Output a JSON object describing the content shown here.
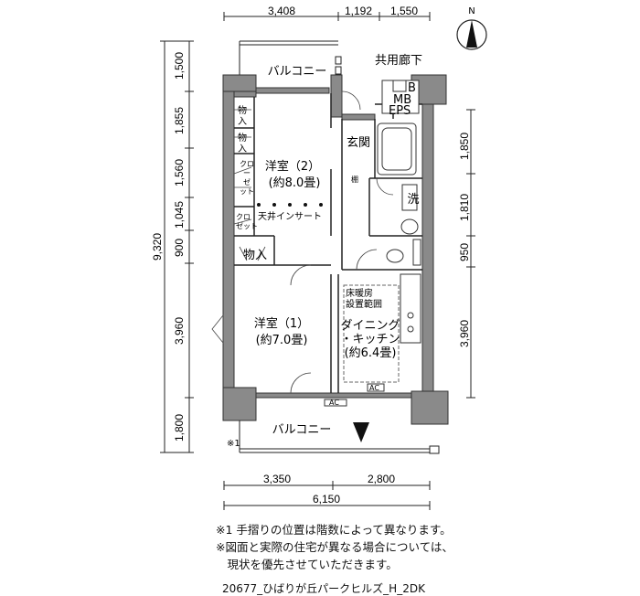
{
  "dimensions": {
    "top": [
      "3,408",
      "1,192",
      "1,550"
    ],
    "bottom": [
      "3,350",
      "2,800"
    ],
    "bottom_total": "6,150",
    "left": [
      "1,500",
      "1,855",
      "1,560",
      "1,045",
      "900",
      "3,960",
      "1,800"
    ],
    "left_total": "9,320",
    "right": [
      "1,850",
      "1,810",
      "950",
      "3,960"
    ]
  },
  "compass": "N",
  "labels": {
    "balcony_top": "バルコニー",
    "corridor": "共用廊下",
    "b": "B",
    "mb": "MB",
    "eps": "EPS",
    "closet_a": "物",
    "closet_b": "入",
    "closet_c": "物",
    "closet_d": "入",
    "closet_1": "クロ",
    "closet_2": "ー",
    "closet_3": "ゼ",
    "closet_4": "ット",
    "closet_low": "クロ",
    "closet_low2": "ゼット",
    "room2": "洋室（2）",
    "room2_size": "(約8.0畳)",
    "ceiling": "天井インサート",
    "entrance": "玄関",
    "shelf": "棚",
    "washroom": "洗",
    "storage": "物入",
    "room1": "洋室（1）",
    "room1_size": "(約7.0畳)",
    "floor_heat": "床暖房",
    "floor_heat2": "設置範囲",
    "dining": "ダイニング",
    "kitchen": "・キッチン",
    "dk_size": "(約6.4畳)",
    "ac1": "AC",
    "ac2": "AC",
    "balcony_bottom": "バルコニー",
    "note_mark": "※1"
  },
  "notes": [
    "※1 手摺りの位置は階数によって異なります。",
    "※図面と実際の住宅が異なる場合については、",
    "　現状を優先させていただきます。"
  ],
  "footer": "20677_ひばりが丘パークヒルズ_H_2DK",
  "colors": {
    "wall": "#8a8a8a",
    "line": "#222222"
  }
}
